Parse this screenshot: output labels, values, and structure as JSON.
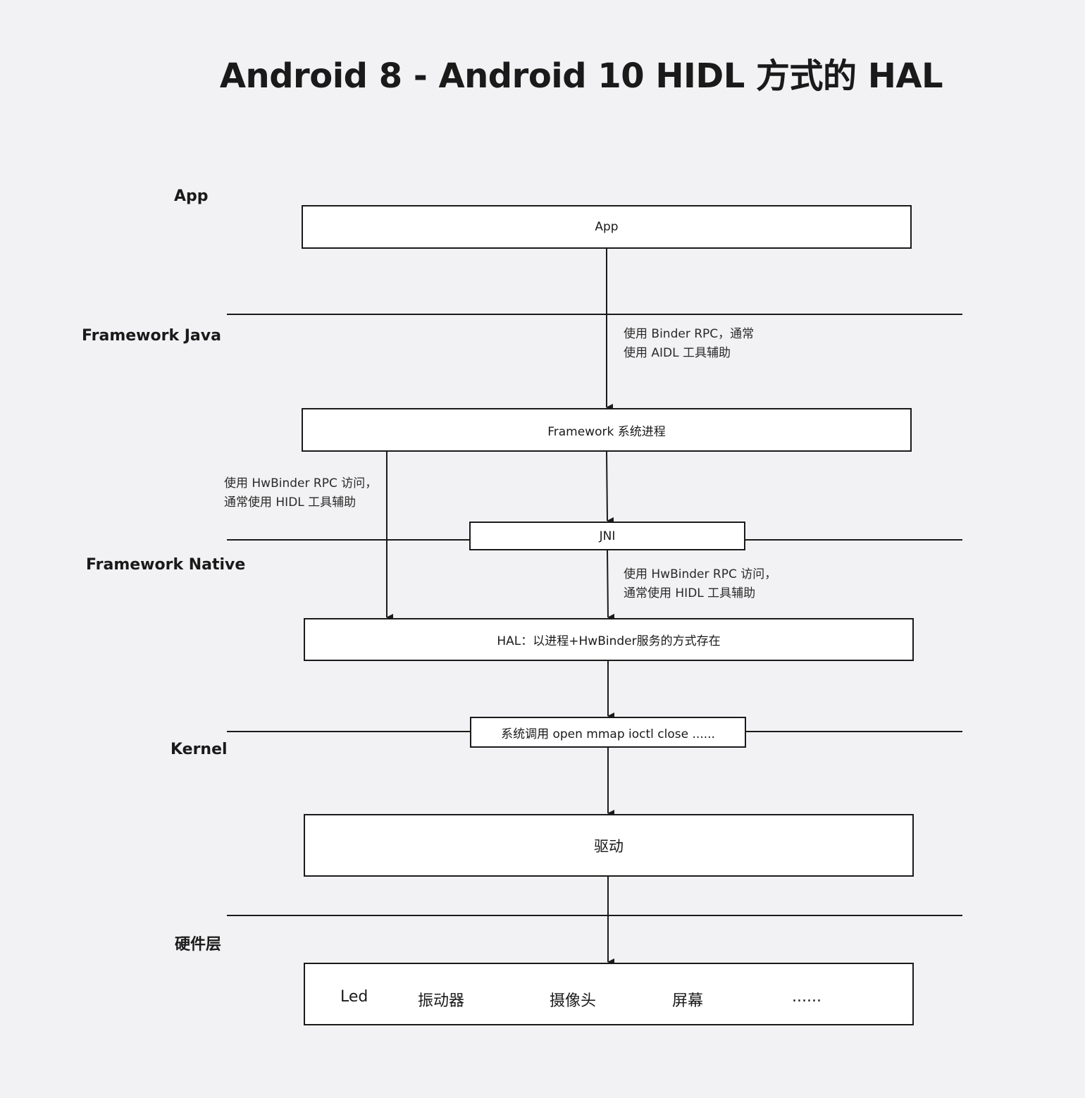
{
  "title": "Android 8 - Android 10 HIDL 方式的 HAL",
  "layers": {
    "app": "App",
    "framework_java": "Framework Java",
    "framework_native": "Framework Native",
    "kernel": "Kernel",
    "hardware": "硬件层"
  },
  "boxes": {
    "app": "App",
    "framework_process": "Framework 系统进程",
    "jni": "JNI",
    "hal": "HAL：以进程+HwBinder服务的方式存在",
    "syscall": "系统调用 open mmap ioctl close ......",
    "driver": "驱动"
  },
  "notes": {
    "binder_line1": "使用 Binder RPC，通常",
    "binder_line2": "使用 AIDL 工具辅助",
    "hwbinder_left_line1": "使用 HwBinder RPC 访问，",
    "hwbinder_left_line2": "通常使用 HIDL 工具辅助",
    "hwbinder_right_line1": "使用 HwBinder RPC 访问，",
    "hwbinder_right_line2": "通常使用 HIDL 工具辅助"
  },
  "hardware_items": [
    "Led",
    "振动器",
    "摄像头",
    "屏幕",
    "......"
  ]
}
